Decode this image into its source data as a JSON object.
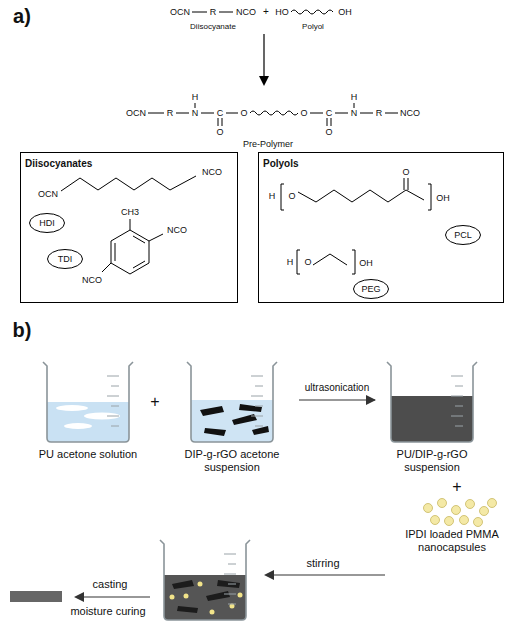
{
  "diagram": {
    "nodes": [
      {
        "text": [
          "Diisocyanates"
        ]
      },
      {
        "text": [
          "HDI"
        ],
        "in": 0
      },
      {
        "text": [
          "TDI"
        ],
        "in": 0
      },
      {
        "text": [
          "Polyols"
        ]
      },
      {
        "text": [
          "PCL"
        ],
        "in": 3
      },
      {
        "text": [
          "PEG"
        ],
        "in": 3
      },
      {
        "text": [
          "PU acetone solution"
        ]
      },
      {
        "text": [
          "DIP-g-rGO acetone suspension"
        ]
      },
      {
        "text": [
          "PU/DIP-g-rGO suspension"
        ]
      },
      {
        "text": [
          "IPDI loaded PMMA nanocapsules"
        ]
      }
    ],
    "edges": [
      {
        "from": 7,
        "to": 8,
        "label": "ultrasonication",
        "arrow": "to"
      }
    ],
    "labels": [
      "a)",
      "OCN",
      "R",
      "NCO",
      "+",
      "HO",
      "OH",
      "Diisocyanate",
      "Polyol",
      "OCN",
      "R",
      "H",
      "N",
      "C",
      "O",
      "O",
      "O",
      "C",
      "O",
      "N",
      "H",
      "R",
      "NCO",
      "Pre-Polymer",
      "OCN",
      "NCO",
      "CH3",
      "NCO",
      "NCO",
      "H",
      "O",
      "O",
      "OH",
      "H",
      "O",
      "OH",
      "b)",
      "+",
      "+",
      "stirring",
      "casting",
      "moisture curing"
    ]
  }
}
